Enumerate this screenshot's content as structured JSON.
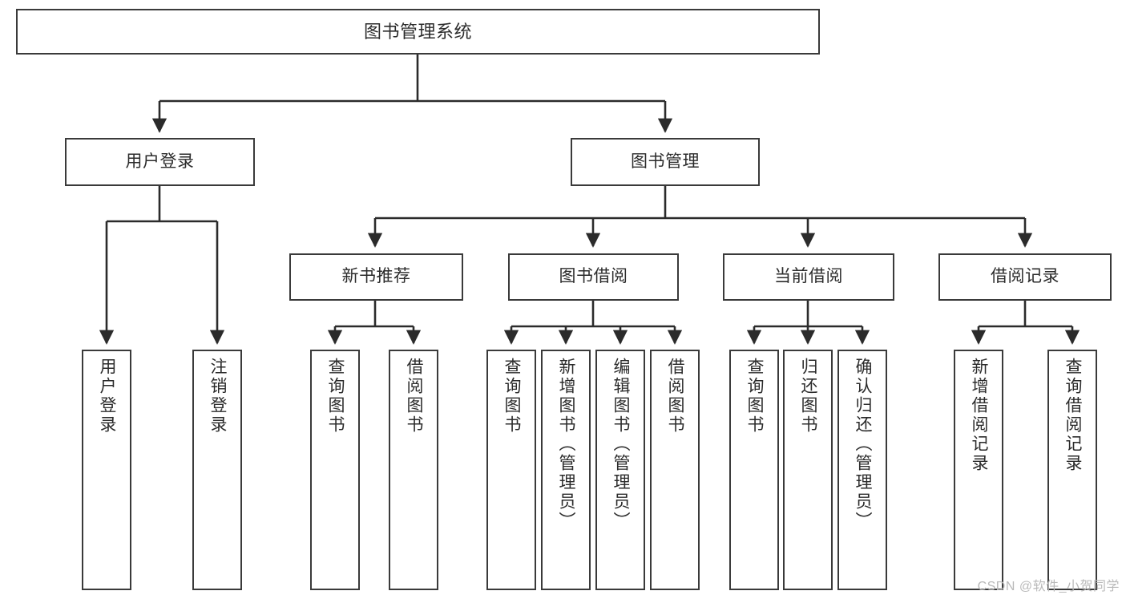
{
  "diagram": {
    "type": "tree-hierarchy",
    "title": "图书管理系统",
    "watermark": "CSDN @软件_小贺同学",
    "colors": {
      "box_border": "#3a3a3a",
      "box_fill": "#ffffff",
      "edge": "#2b2b2b",
      "text": "#2b2b2b",
      "watermark": "#b9b9b9",
      "background": "#ffffff"
    },
    "levels": {
      "root": {
        "label": "图书管理系统"
      },
      "level2": [
        {
          "id": "user-login",
          "label": "用户登录"
        },
        {
          "id": "book-management",
          "label": "图书管理"
        }
      ],
      "level3": [
        {
          "id": "new-book-recommend",
          "label": "新书推荐",
          "parent": "book-management"
        },
        {
          "id": "book-borrow",
          "label": "图书借阅",
          "parent": "book-management"
        },
        {
          "id": "current-borrow",
          "label": "当前借阅",
          "parent": "book-management"
        },
        {
          "id": "borrow-record",
          "label": "借阅记录",
          "parent": "book-management"
        }
      ],
      "leaves": [
        {
          "id": "leaf-user-login",
          "label": "用户登录",
          "parent": "user-login"
        },
        {
          "id": "leaf-logout-login",
          "label": "注销登录",
          "parent": "user-login"
        },
        {
          "id": "leaf-query-book-1",
          "label": "查询图书",
          "parent": "new-book-recommend"
        },
        {
          "id": "leaf-borrow-book-1",
          "label": "借阅图书",
          "parent": "new-book-recommend"
        },
        {
          "id": "leaf-query-book-2",
          "label": "查询图书",
          "parent": "book-borrow"
        },
        {
          "id": "leaf-add-book",
          "label": "新增图书（管理员）",
          "parent": "book-borrow"
        },
        {
          "id": "leaf-edit-book",
          "label": "编辑图书（管理员）",
          "parent": "book-borrow"
        },
        {
          "id": "leaf-borrow-book-2",
          "label": "借阅图书",
          "parent": "book-borrow"
        },
        {
          "id": "leaf-query-book-3",
          "label": "查询图书",
          "parent": "current-borrow"
        },
        {
          "id": "leaf-return-book",
          "label": "归还图书",
          "parent": "current-borrow"
        },
        {
          "id": "leaf-confirm-return",
          "label": "确认归还（管理员）",
          "parent": "current-borrow"
        },
        {
          "id": "leaf-add-record",
          "label": "新增借阅记录",
          "parent": "borrow-record"
        },
        {
          "id": "leaf-query-record",
          "label": "查询借阅记录",
          "parent": "borrow-record"
        }
      ]
    }
  }
}
